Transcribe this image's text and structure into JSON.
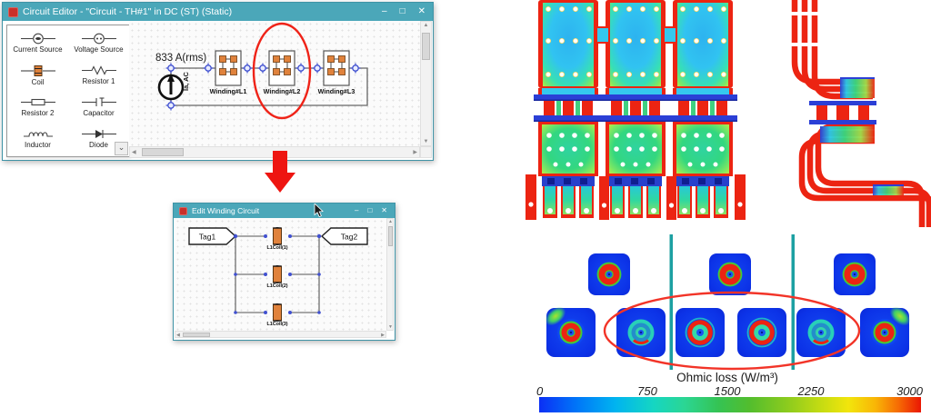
{
  "circuit_editor": {
    "title": "Circuit Editor - \"Circuit - TH#1\" in DC (ST) (Static)",
    "controls": {
      "minimize": "–",
      "maximize": "□",
      "close": "✕"
    },
    "palette": {
      "items": [
        {
          "label": "Current Source",
          "icon": "current-source-icon"
        },
        {
          "label": "Voltage Source",
          "icon": "voltage-source-icon"
        },
        {
          "label": "Coil",
          "icon": "coil-icon"
        },
        {
          "label": "Resistor 1",
          "icon": "resistor1-icon"
        },
        {
          "label": "Resistor 2",
          "icon": "resistor2-icon"
        },
        {
          "label": "Capacitor",
          "icon": "capacitor-icon"
        },
        {
          "label": "Inductor",
          "icon": "inductor-icon"
        },
        {
          "label": "Diode",
          "icon": "diode-icon"
        }
      ],
      "more": "⌄"
    },
    "canvas": {
      "current_label": "833 A(rms)",
      "source_name": "Ia, AC",
      "windings": [
        "Winding#L1",
        "Winding#L2",
        "Winding#L3"
      ]
    }
  },
  "edit_winding": {
    "title": "Edit Winding Circuit",
    "controls": {
      "minimize": "–",
      "maximize": "□",
      "close": "✕"
    },
    "tags": [
      "Tag1",
      "Tag2"
    ],
    "coils": [
      "L1Coil(1)",
      "L1Coil(2)",
      "L1Coil(3)"
    ]
  },
  "results": {
    "colorbar": {
      "title": "Ohmic loss (W/m³)",
      "ticks": [
        "0",
        "750",
        "1500",
        "2250",
        "3000"
      ],
      "min": 0,
      "max": 3000,
      "unit": "W/m³",
      "gradient": [
        "#0b2ff5",
        "#0077f8",
        "#00b4f0",
        "#15d6c2",
        "#2bd694",
        "#35c353",
        "#8ccb1e",
        "#f2e50c",
        "#f9b606",
        "#f66c04",
        "#ea1603"
      ]
    },
    "annotations": {
      "highlight_color": "#ef2318",
      "separator_color": "#1ca0a2"
    }
  },
  "ui": {
    "scroll": {
      "up": "▲",
      "down": "▼",
      "left": "◀",
      "right": "▶"
    }
  }
}
